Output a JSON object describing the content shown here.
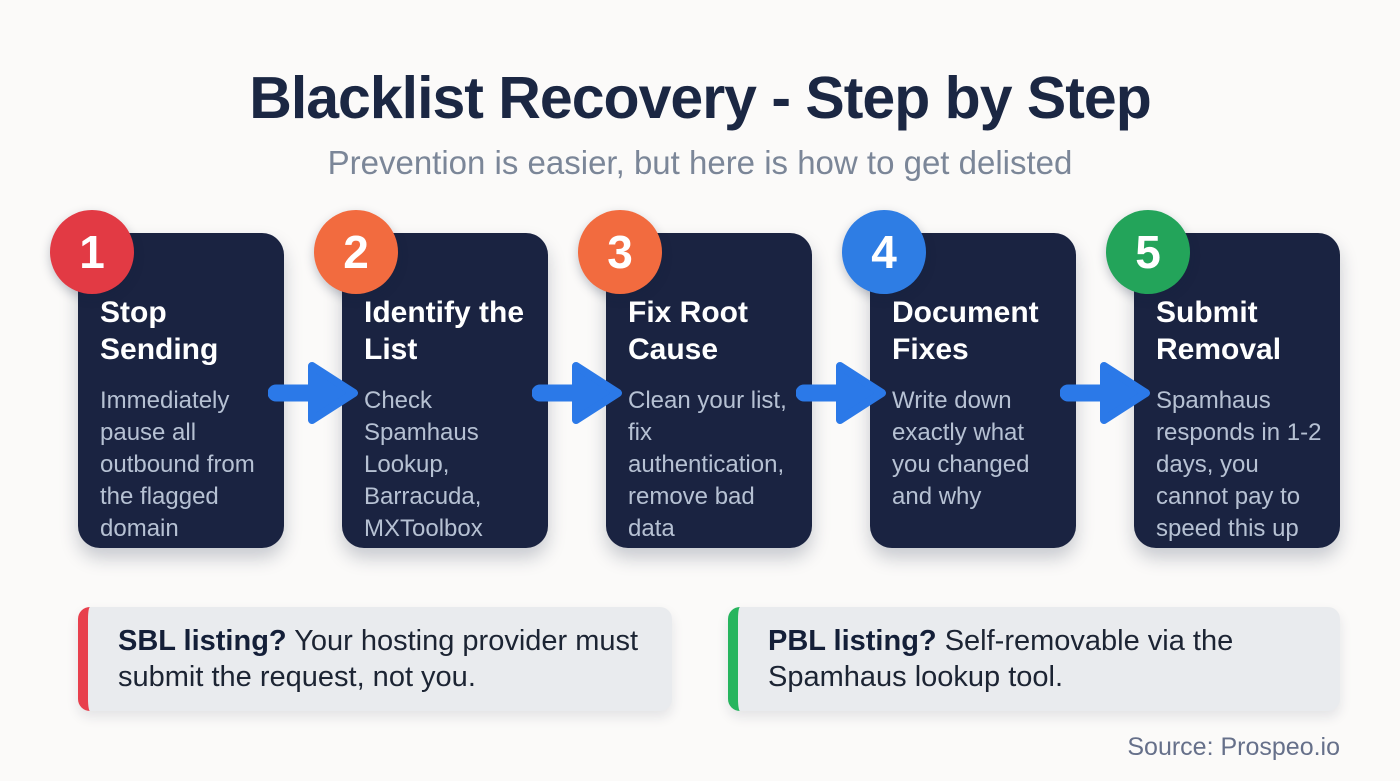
{
  "page": {
    "title": "Blacklist Recovery - Step by Step",
    "subtitle": "Prevention is easier, but here is how to get delisted",
    "source": "Source: Prospeo.io"
  },
  "colors": {
    "background": "#fbfaf9",
    "card_bg": "#1a2341",
    "card_title_text": "#ffffff",
    "card_body_text": "#b6c1d3",
    "heading_text": "#1b2743",
    "subtitle_text": "#7b8698",
    "arrow": "#2b79e8",
    "callout_bg": "#e9ebee",
    "callout_text": "#1c2433",
    "source_text": "#66708a"
  },
  "steps": [
    {
      "number": "1",
      "badge_color": "#e23a44",
      "title": "Stop Sending",
      "description": "Immediately pause all outbound from the flagged domain"
    },
    {
      "number": "2",
      "badge_color": "#f26b3f",
      "title": "Identify the List",
      "description": "Check Spamhaus Lookup, Barracuda, MXToolbox"
    },
    {
      "number": "3",
      "badge_color": "#f26b3f",
      "title": "Fix Root Cause",
      "description": "Clean your list, fix authentication, remove bad data"
    },
    {
      "number": "4",
      "badge_color": "#2e7de4",
      "title": "Document Fixes",
      "description": "Write down exactly what you changed and why"
    },
    {
      "number": "5",
      "badge_color": "#23a45a",
      "title": "Submit Removal",
      "description": "Spamhaus responds in 1-2 days, you cannot pay to speed this up"
    }
  ],
  "callouts": [
    {
      "lead": "SBL listing?",
      "text": "Your hosting provider must submit the request, not you.",
      "accent": "#e8404d"
    },
    {
      "lead": "PBL listing?",
      "text": "Self-removable via the Spamhaus lookup tool.",
      "accent": "#27b55e"
    }
  ]
}
